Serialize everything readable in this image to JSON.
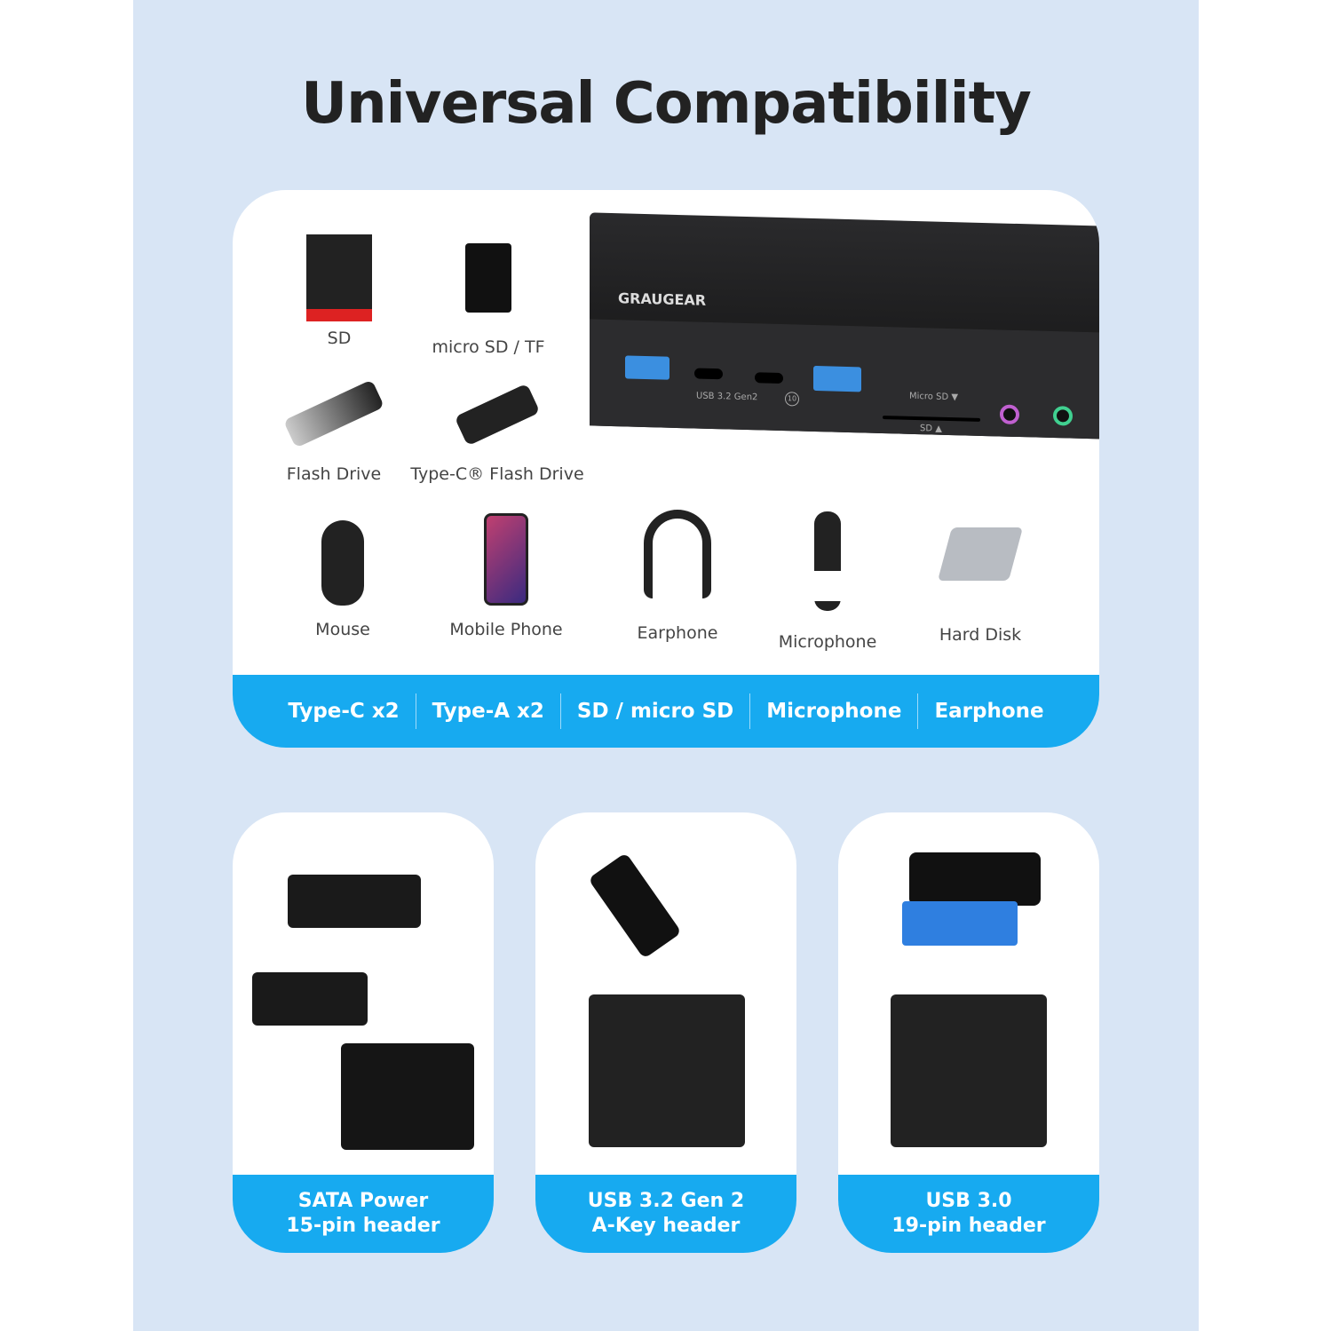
{
  "title": "Universal Compatibility",
  "device": {
    "brand": "GRAUGEAR",
    "port_label": "USB 3.2 Gen2",
    "speed": "10",
    "microsd_label": "Micro SD ▼",
    "sd_label": "SD ▲"
  },
  "items": [
    {
      "label": "SD",
      "icon": "sd-card-icon"
    },
    {
      "label": "micro SD / TF",
      "icon": "microsd-card-icon"
    },
    {
      "label": "Flash Drive",
      "icon": "flash-drive-icon"
    },
    {
      "label": "Type-C® Flash Drive",
      "icon": "typec-flash-drive-icon"
    },
    {
      "label": "Mouse",
      "icon": "mouse-icon"
    },
    {
      "label": "Mobile Phone",
      "icon": "phone-icon"
    },
    {
      "label": "Earphone",
      "icon": "headphone-icon"
    },
    {
      "label": "Microphone",
      "icon": "microphone-icon"
    },
    {
      "label": "Hard Disk",
      "icon": "hard-disk-icon"
    }
  ],
  "features": [
    "Type-C x2",
    "Type-A x2",
    "SD / micro SD",
    "Microphone",
    "Earphone"
  ],
  "connectors": [
    {
      "line1": "SATA Power",
      "line2": "15-pin header"
    },
    {
      "line1": "USB 3.2 Gen 2",
      "line2": "A-Key header"
    },
    {
      "line1": "USB 3.0",
      "line2": "19-pin header"
    }
  ],
  "colors": {
    "accent": "#17aaf0",
    "background": "#d8e5f5"
  }
}
